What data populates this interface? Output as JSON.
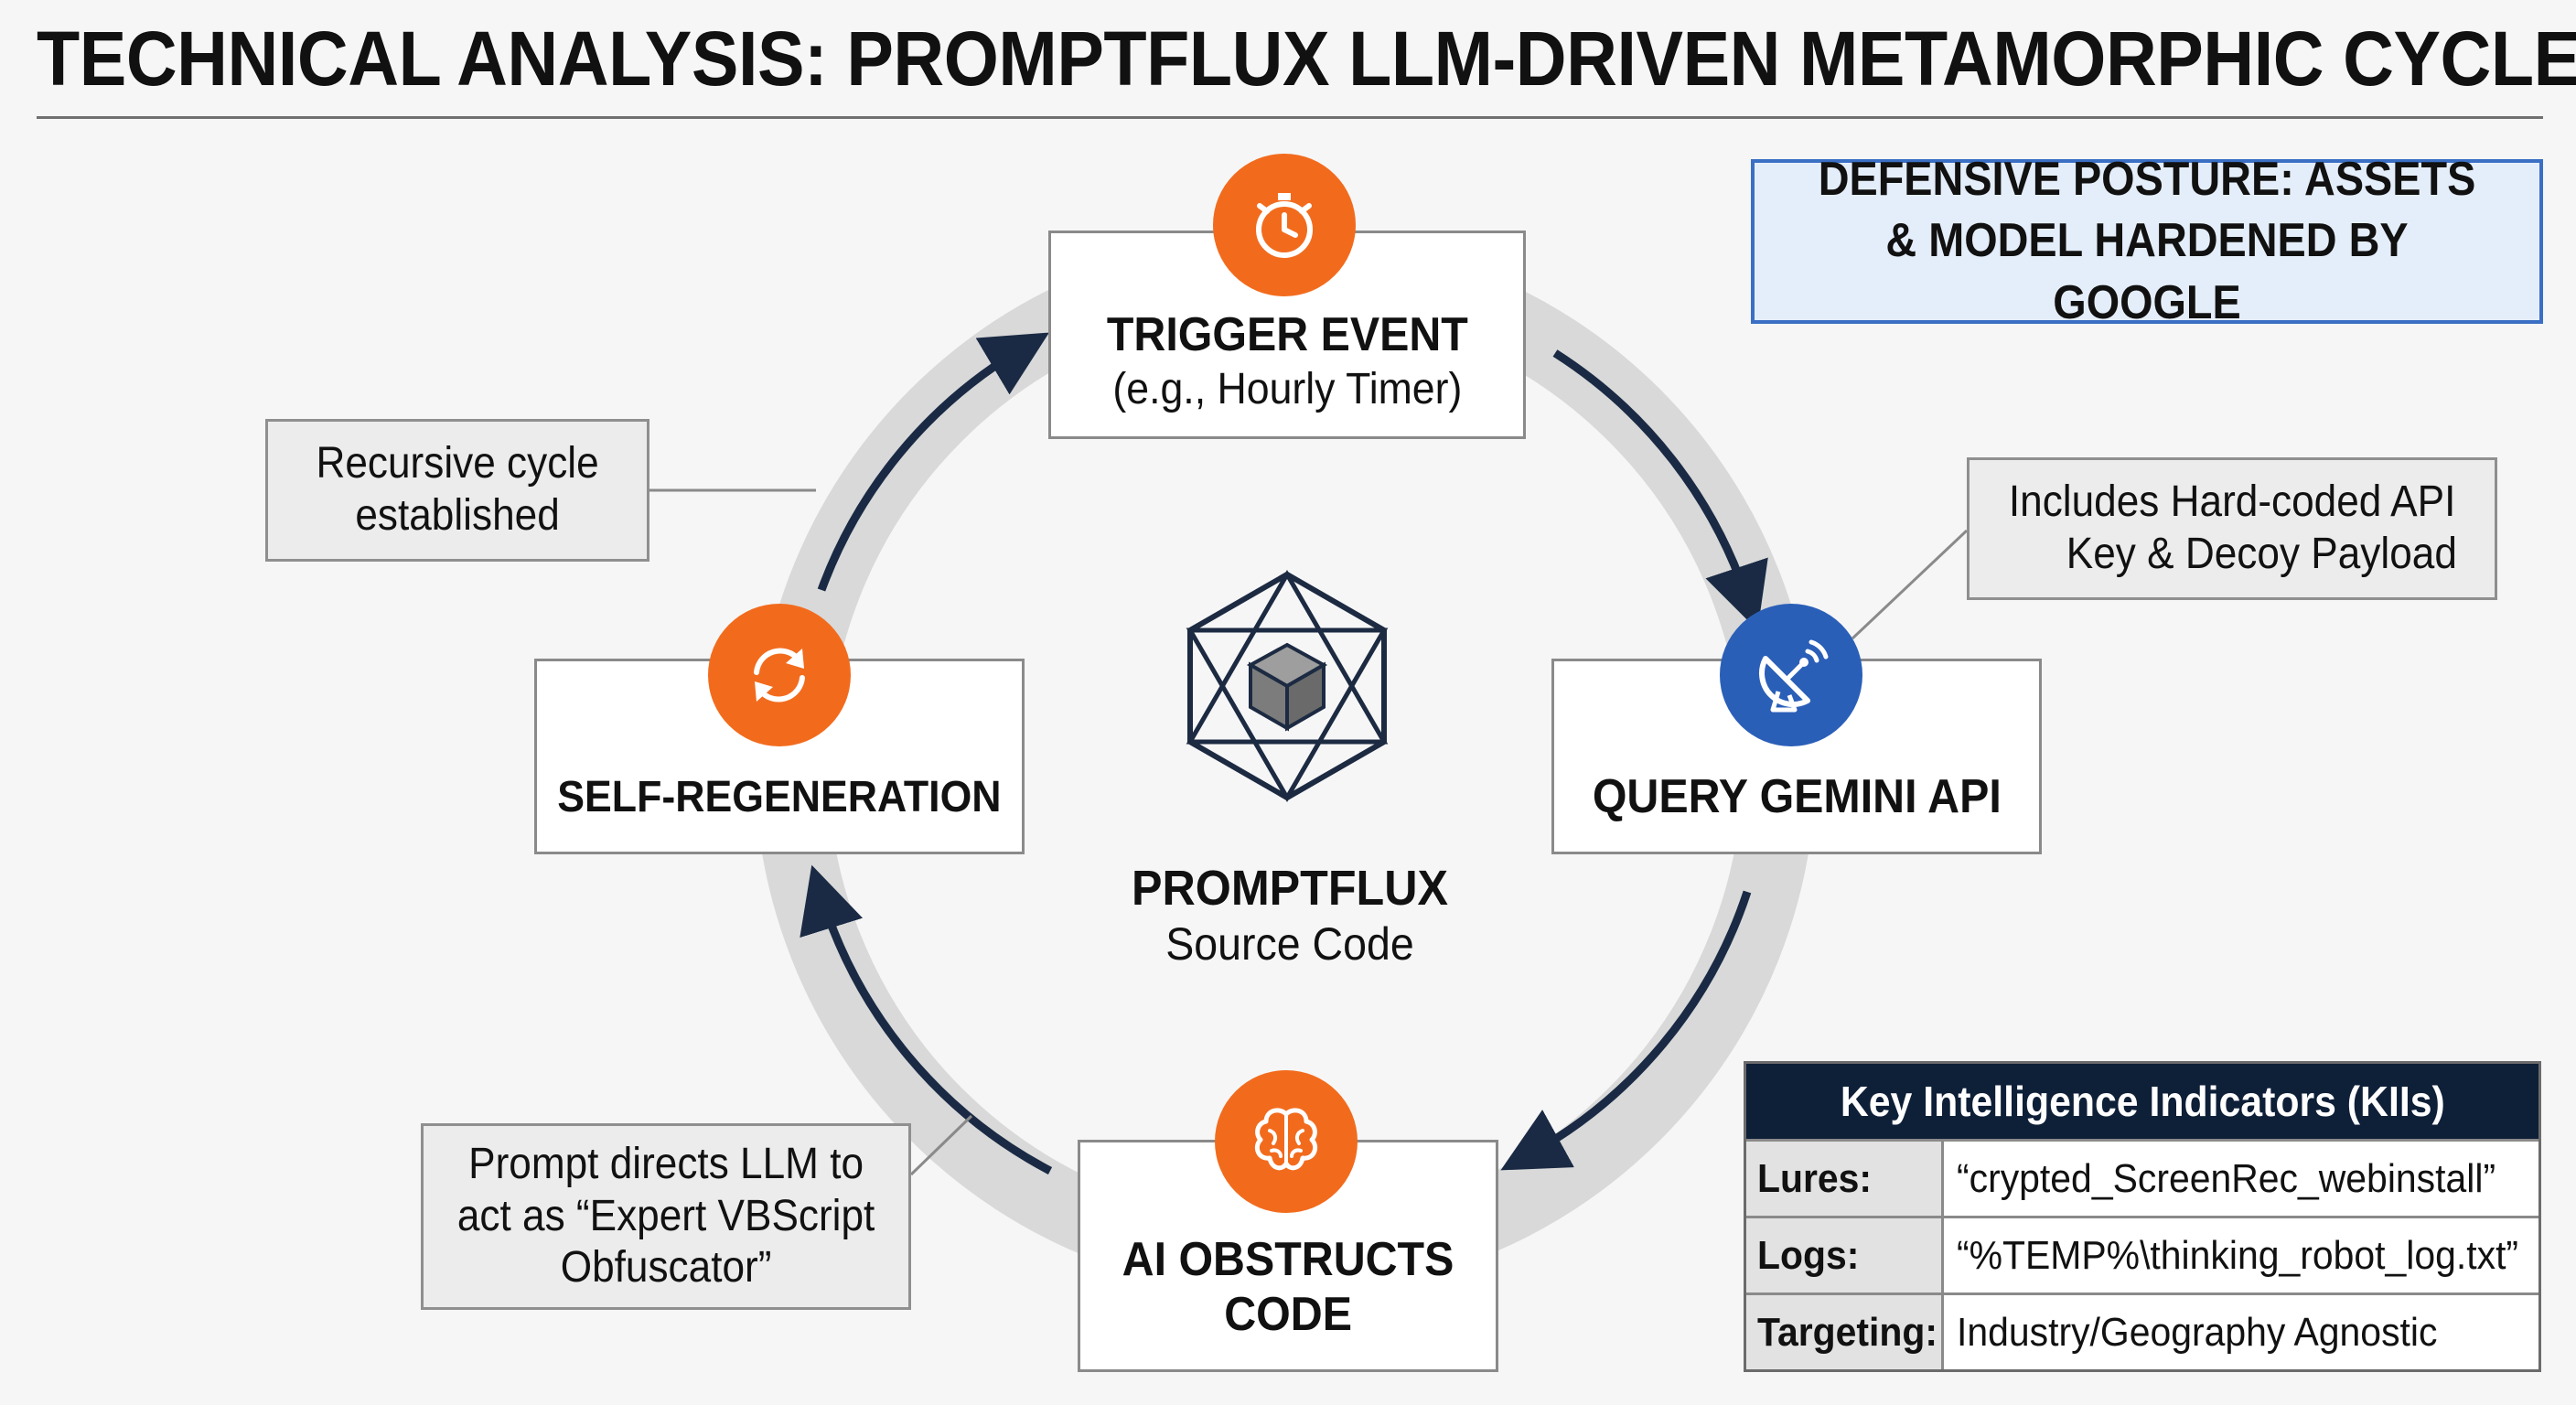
{
  "title": "TECHNICAL ANALYSIS: PROMPTFLUX LLM-DRIVEN METAMORPHIC CYCLE",
  "defense_box": {
    "line1": "DEFENSIVE POSTURE: ASSETS",
    "line2": "& MODEL HARDENED BY GOOGLE"
  },
  "center": {
    "icon": "hexagram-cube-icon",
    "name": "PROMPTFLUX",
    "desc": "Source Code"
  },
  "nodes": {
    "trigger": {
      "label": "TRIGGER EVENT",
      "sub": "(e.g., Hourly Timer)",
      "icon": "stopwatch-icon"
    },
    "query": {
      "label": "QUERY GEMINI API",
      "icon": "satellite-dish-icon"
    },
    "obstructs": {
      "label_line1": "AI OBSTRUCTS",
      "label_line2": "CODE",
      "icon": "brain-icon"
    },
    "regen": {
      "label": "SELF-REGENERATION",
      "icon": "refresh-icon"
    }
  },
  "notes": {
    "recursive": {
      "line1": "Recursive cycle",
      "line2": "established"
    },
    "api_key": {
      "line1": "Includes Hard-coded API",
      "line2": "Key & Decoy Payload"
    },
    "prompt": {
      "line1": "Prompt directs LLM to",
      "line2": "act as “Expert VBScript",
      "line3": "Obfuscator”"
    }
  },
  "kii": {
    "header": "Key Intelligence Indicators (KIIs)",
    "rows": [
      {
        "key": "Lures:",
        "value": "“crypted_ScreenRec_webinstall”"
      },
      {
        "key": "Logs:",
        "value": "“%TEMP%\\thinking_robot_log.txt”"
      },
      {
        "key": "Targeting:",
        "value": "Industry/Geography Agnostic"
      }
    ]
  },
  "colors": {
    "orange": "#f26b1d",
    "blue": "#2a5fb8",
    "navy": "#0e1f38",
    "arrow": "#1a2a44",
    "ring": "#d9d9d9"
  }
}
